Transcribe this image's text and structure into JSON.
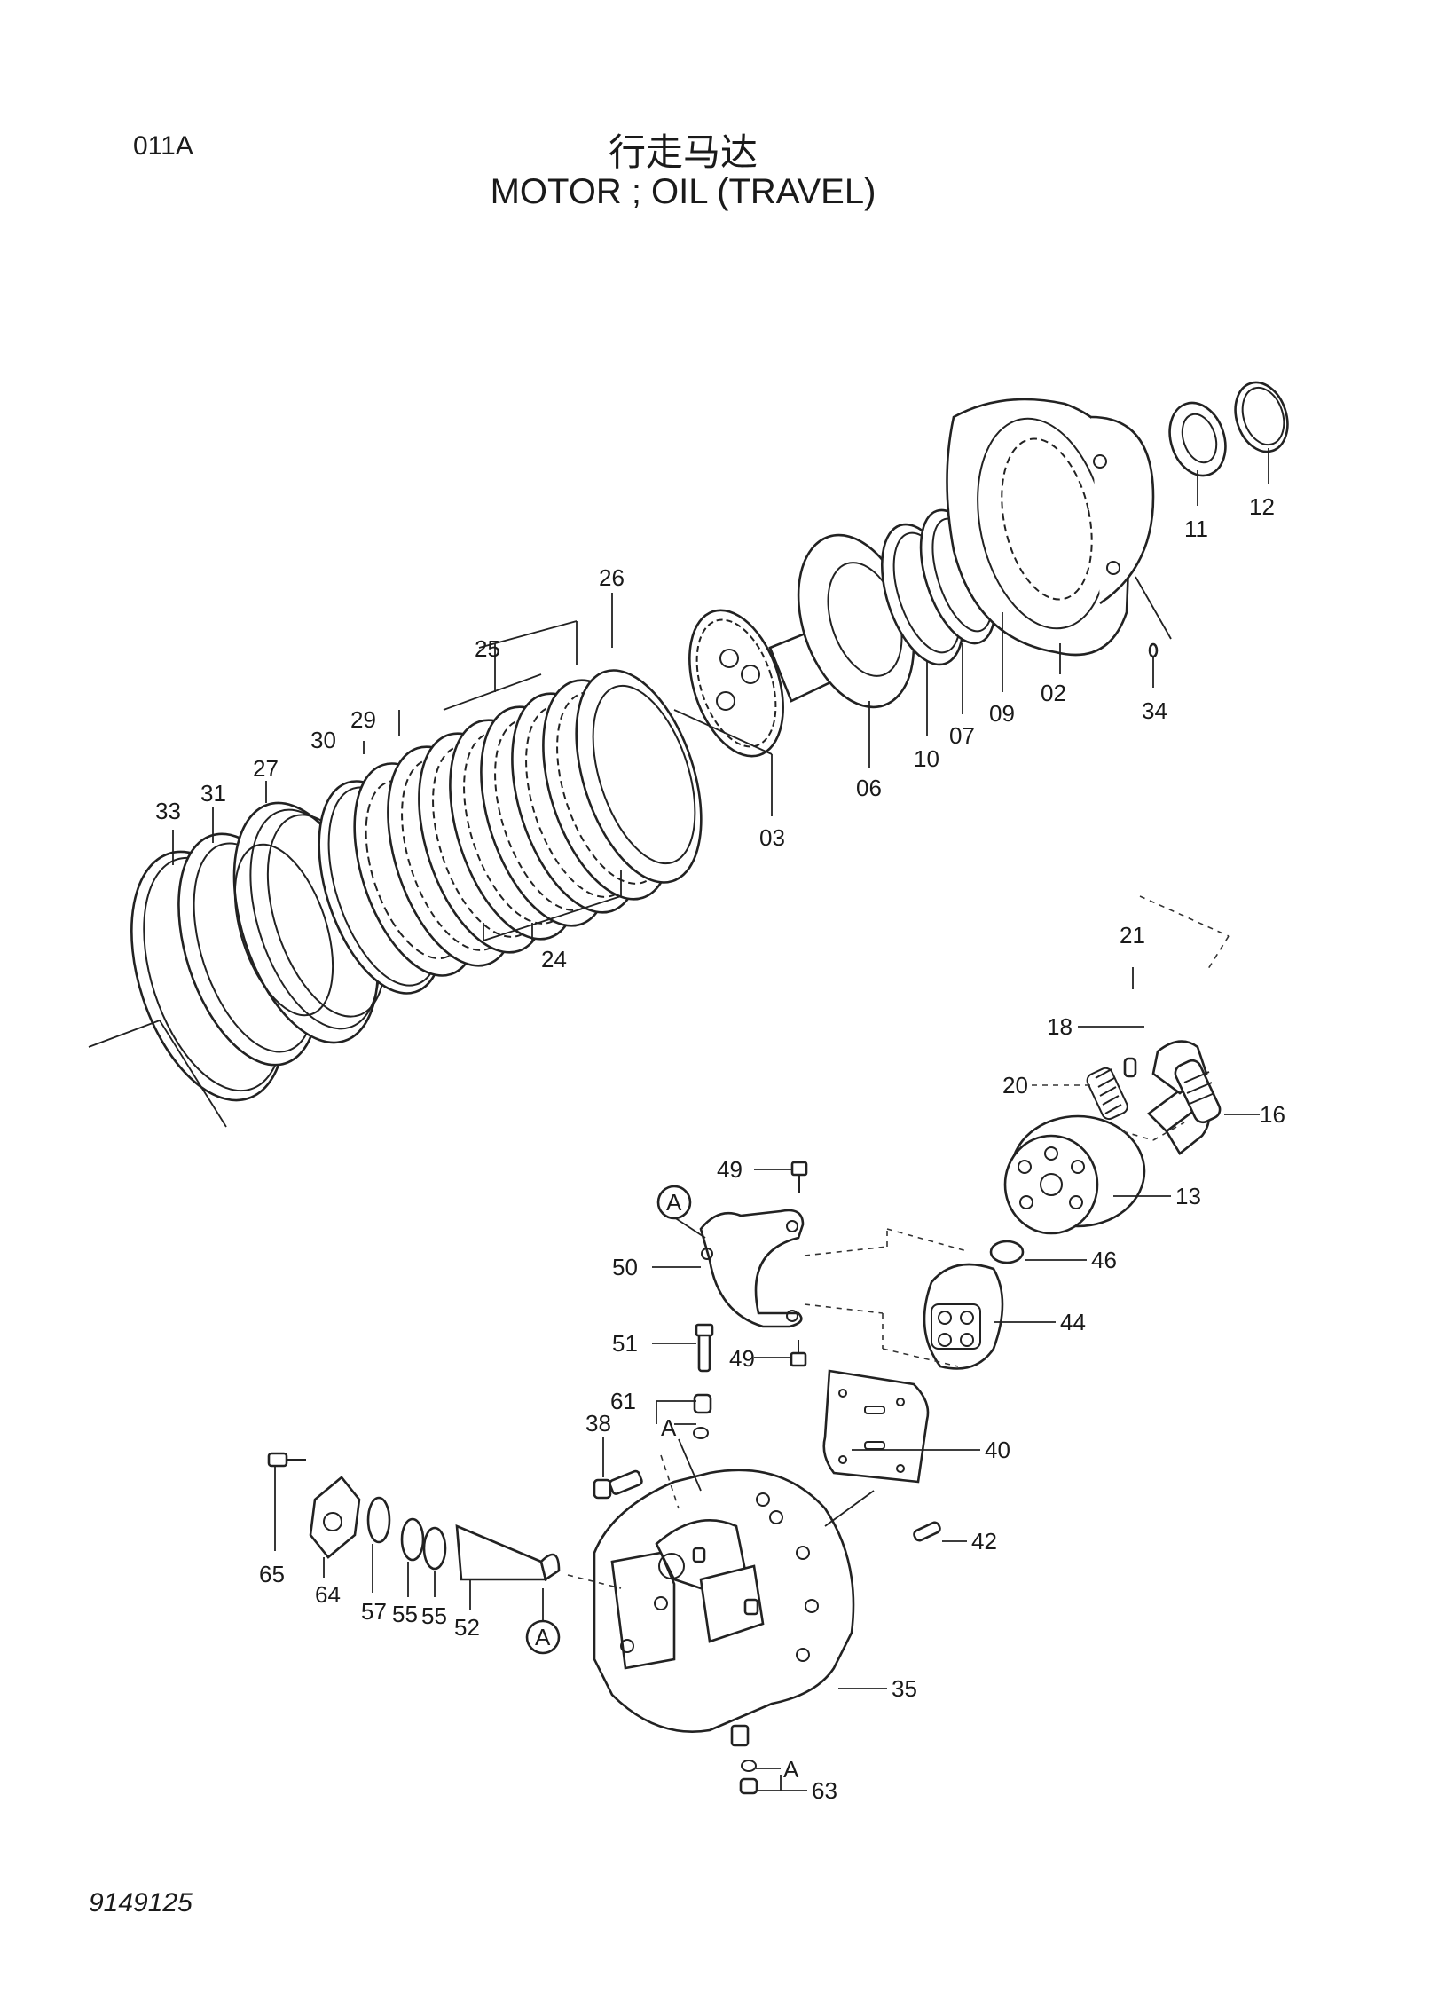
{
  "header": {
    "page_code": "011A",
    "title_cn": "行走马达",
    "title_en": "MOTOR ; OIL (TRAVEL)"
  },
  "footer": {
    "drawing_number": "9149125"
  },
  "part_labels": {
    "p02": "02",
    "p03": "03",
    "p06": "06",
    "p07": "07",
    "p09": "09",
    "p10": "10",
    "p11": "11",
    "p12": "12",
    "p13": "13",
    "p16": "16",
    "p18": "18",
    "p20": "20",
    "p21": "21",
    "p24": "24",
    "p25": "25",
    "p26": "26",
    "p27": "27",
    "p29": "29",
    "p30": "30",
    "p31": "31",
    "p33": "33",
    "p34": "34",
    "p35": "35",
    "p38": "38",
    "p40": "40",
    "p42": "42",
    "p44": "44",
    "p46": "46",
    "p49a": "49",
    "p49b": "49",
    "p50": "50",
    "p51": "51",
    "p52": "52",
    "p55a": "55",
    "p55b": "55",
    "p57": "57",
    "p61": "61",
    "p63": "63",
    "p64": "64",
    "p65": "65"
  },
  "reference_marks": {
    "circle_a1": "A",
    "circle_a2": "A",
    "ref_a61": "A",
    "ref_a63": "A"
  }
}
